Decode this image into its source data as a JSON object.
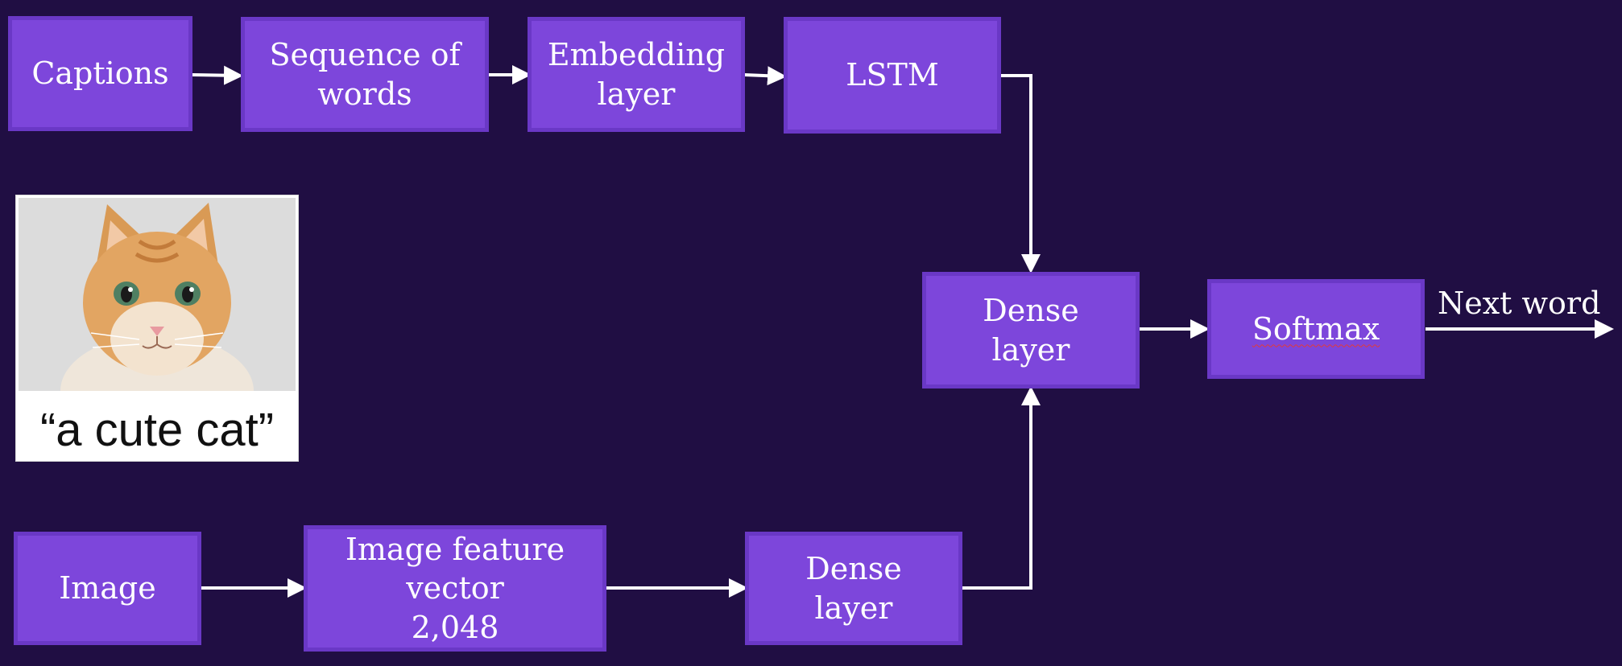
{
  "boxes": {
    "captions": "Captions",
    "sequence": "Sequence of\nwords",
    "embedding": "Embedding\nlayer",
    "lstm": "LSTM",
    "image": "Image",
    "feature_vector": "Image feature\nvector\n2,048",
    "dense_bottom": "Dense\nlayer",
    "dense_merge": "Dense\nlayer",
    "softmax": "Softmax"
  },
  "output_label": "Next word",
  "photo": {
    "caption": "“a cute cat”",
    "subject": "cat-photo"
  },
  "colors": {
    "background": "#200e43",
    "box_fill": "#7d46db",
    "box_border": "#6a38c6",
    "arrow": "#ffffff"
  }
}
